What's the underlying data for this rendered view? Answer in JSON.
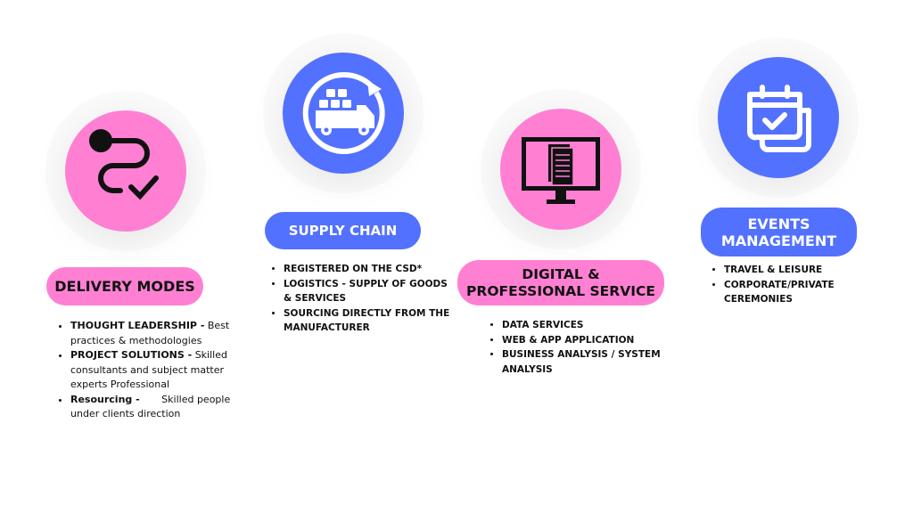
{
  "colors": {
    "pink": "#ff80d3",
    "blue": "#5271ff"
  },
  "columns": [
    {
      "title": "DELIVERY MODES",
      "icon": "route-check-icon",
      "items": [
        {
          "bold": "THOUGHT LEADERSHIP -",
          "text": "Best practices & methodologies"
        },
        {
          "bold": "PROJECT SOLUTIONS -",
          "text": "Skilled consultants and subject matter experts Professional"
        },
        {
          "bold": "Resourcing -",
          "text": "Skilled people under clients direction"
        }
      ]
    },
    {
      "title": "SUPPLY CHAIN",
      "icon": "delivery-truck-icon",
      "items": [
        "REGISTERED ON THE CSD*",
        "LOGISTICS - SUPPLY OF GOODS & SERVICES",
        "SOURCING DIRECTLY FROM THE MANUFACTURER"
      ]
    },
    {
      "title_line1": "DIGITAL &",
      "title_line2": "PROFESSIONAL SERVICE",
      "icon": "monitor-document-icon",
      "items": [
        "DATA SERVICES",
        "WEB & APP APPLICATION",
        "BUSINESS ANALYSIS / SYSTEM ANALYSIS"
      ]
    },
    {
      "title_line1": "EVENTS",
      "title_line2": "MANAGEMENT",
      "icon": "calendar-check-icon",
      "items": [
        "TRAVEL & LEISURE",
        "CORPORATE/PRIVATE CEREMONIES"
      ]
    }
  ]
}
